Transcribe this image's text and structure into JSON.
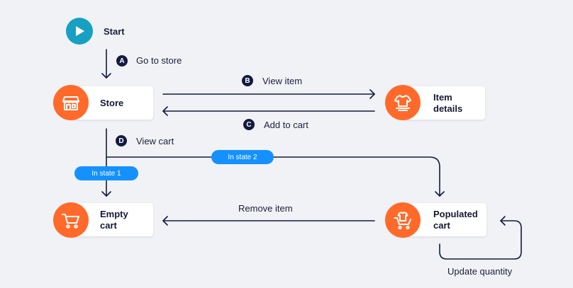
{
  "nodes": {
    "start": {
      "label": "Start"
    },
    "store": {
      "label": "Store"
    },
    "item_details": {
      "label": "Item\ndetails"
    },
    "empty_cart": {
      "label": "Empty\ncart"
    },
    "populated_cart": {
      "label": "Populated\ncart"
    }
  },
  "edges": {
    "go_to_store": {
      "badge": "A",
      "label": "Go to store"
    },
    "view_item": {
      "badge": "B",
      "label": "View item"
    },
    "add_to_cart": {
      "badge": "C",
      "label": "Add to cart"
    },
    "view_cart": {
      "badge": "D",
      "label": "View cart"
    },
    "remove_item": {
      "label": "Remove item"
    },
    "update_quantity": {
      "label": "Update quantity"
    }
  },
  "states": {
    "state1": "In state 1",
    "state2": "In state 2"
  },
  "colors": {
    "node_icon": "#ff6a2b",
    "start_icon": "#17a0c2",
    "arrow": "#141a40",
    "state_pill": "#1591ff"
  }
}
